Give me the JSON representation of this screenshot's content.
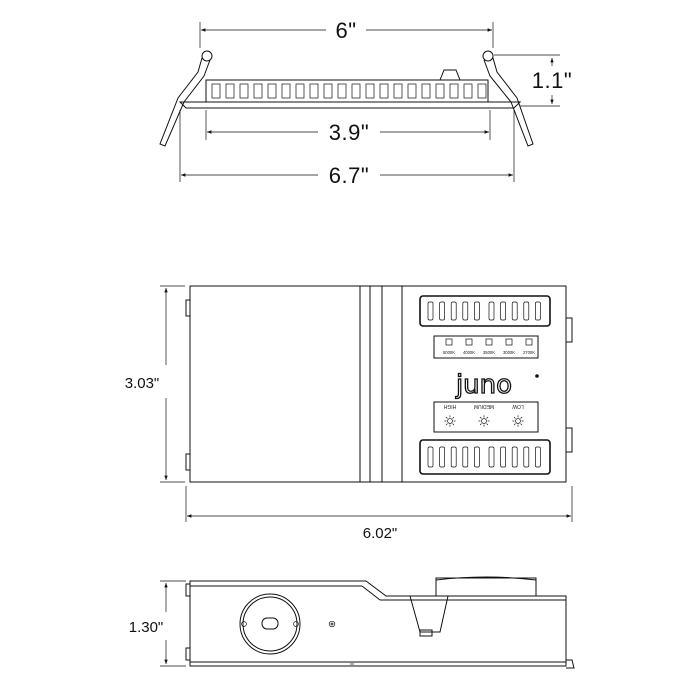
{
  "top_view": {
    "width_label": "6\"",
    "height_label": "1.1\"",
    "inner_label": "3.9\"",
    "overall_label": "6.7\""
  },
  "middle_view": {
    "height_label": "3.03\"",
    "width_label": "6.02\"",
    "brand": "juno",
    "color_temps": [
      "5000K",
      "4000K",
      "3500K",
      "3000K",
      "2700K"
    ],
    "levels": [
      "HIGH",
      "MEDIUM",
      "LOW"
    ]
  },
  "bottom_view": {
    "height_label": "1.30\""
  }
}
